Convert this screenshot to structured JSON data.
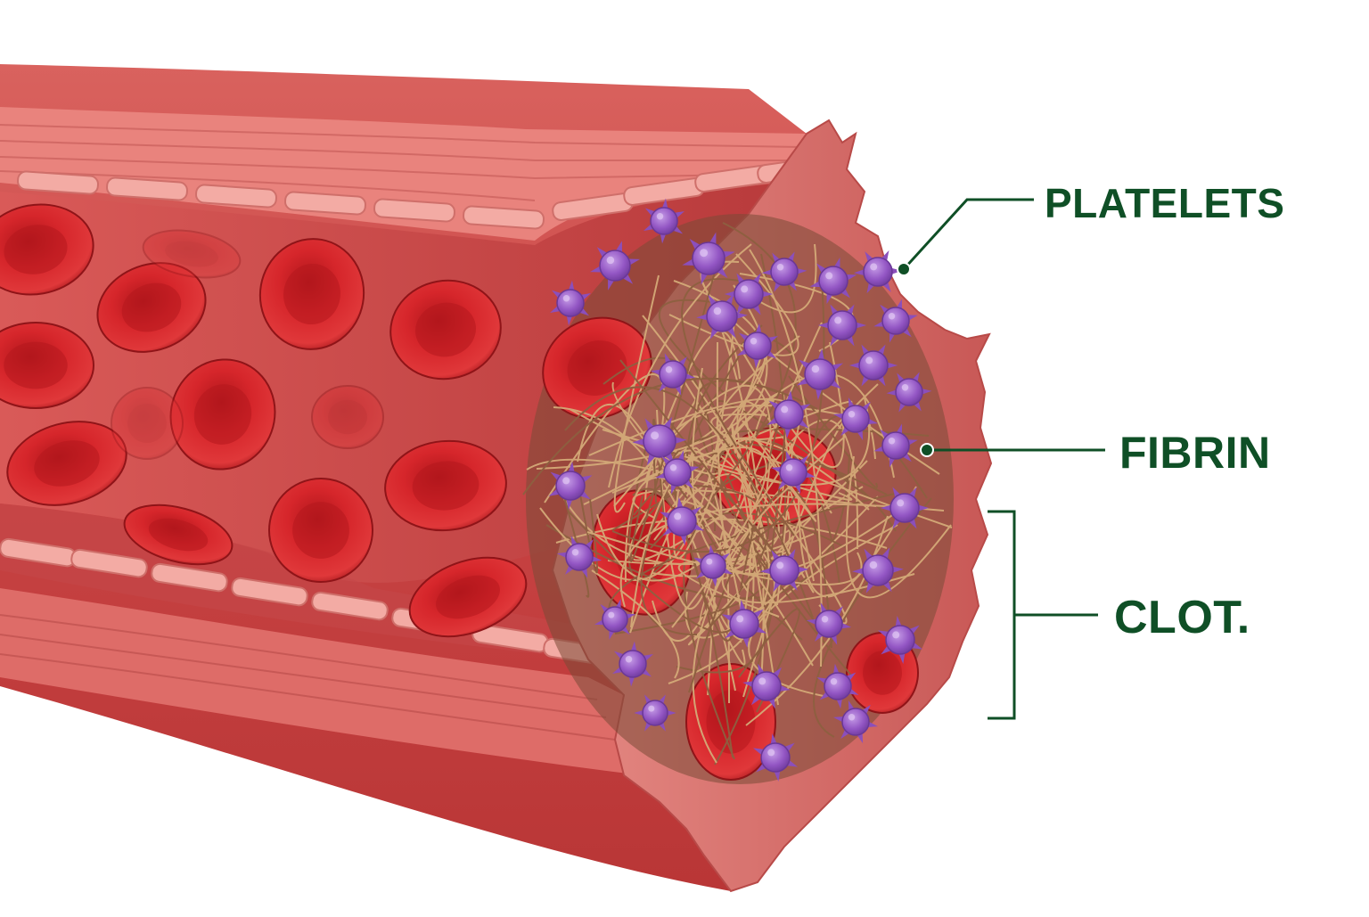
{
  "labels": {
    "platelets": "PLATELETS",
    "fibrin": "FIBRIN",
    "clot": "CLOT."
  },
  "colors": {
    "label_text": "#0f4f26",
    "leader_line": "#0f4f26",
    "vessel_outer": "#cf4b4b",
    "vessel_inner": "#e27a78",
    "endothelium": "#f2a8a2",
    "red_blood_cell": "#d8262a",
    "platelet": "#9a5cc6",
    "fibrin": "#b98a5a"
  }
}
